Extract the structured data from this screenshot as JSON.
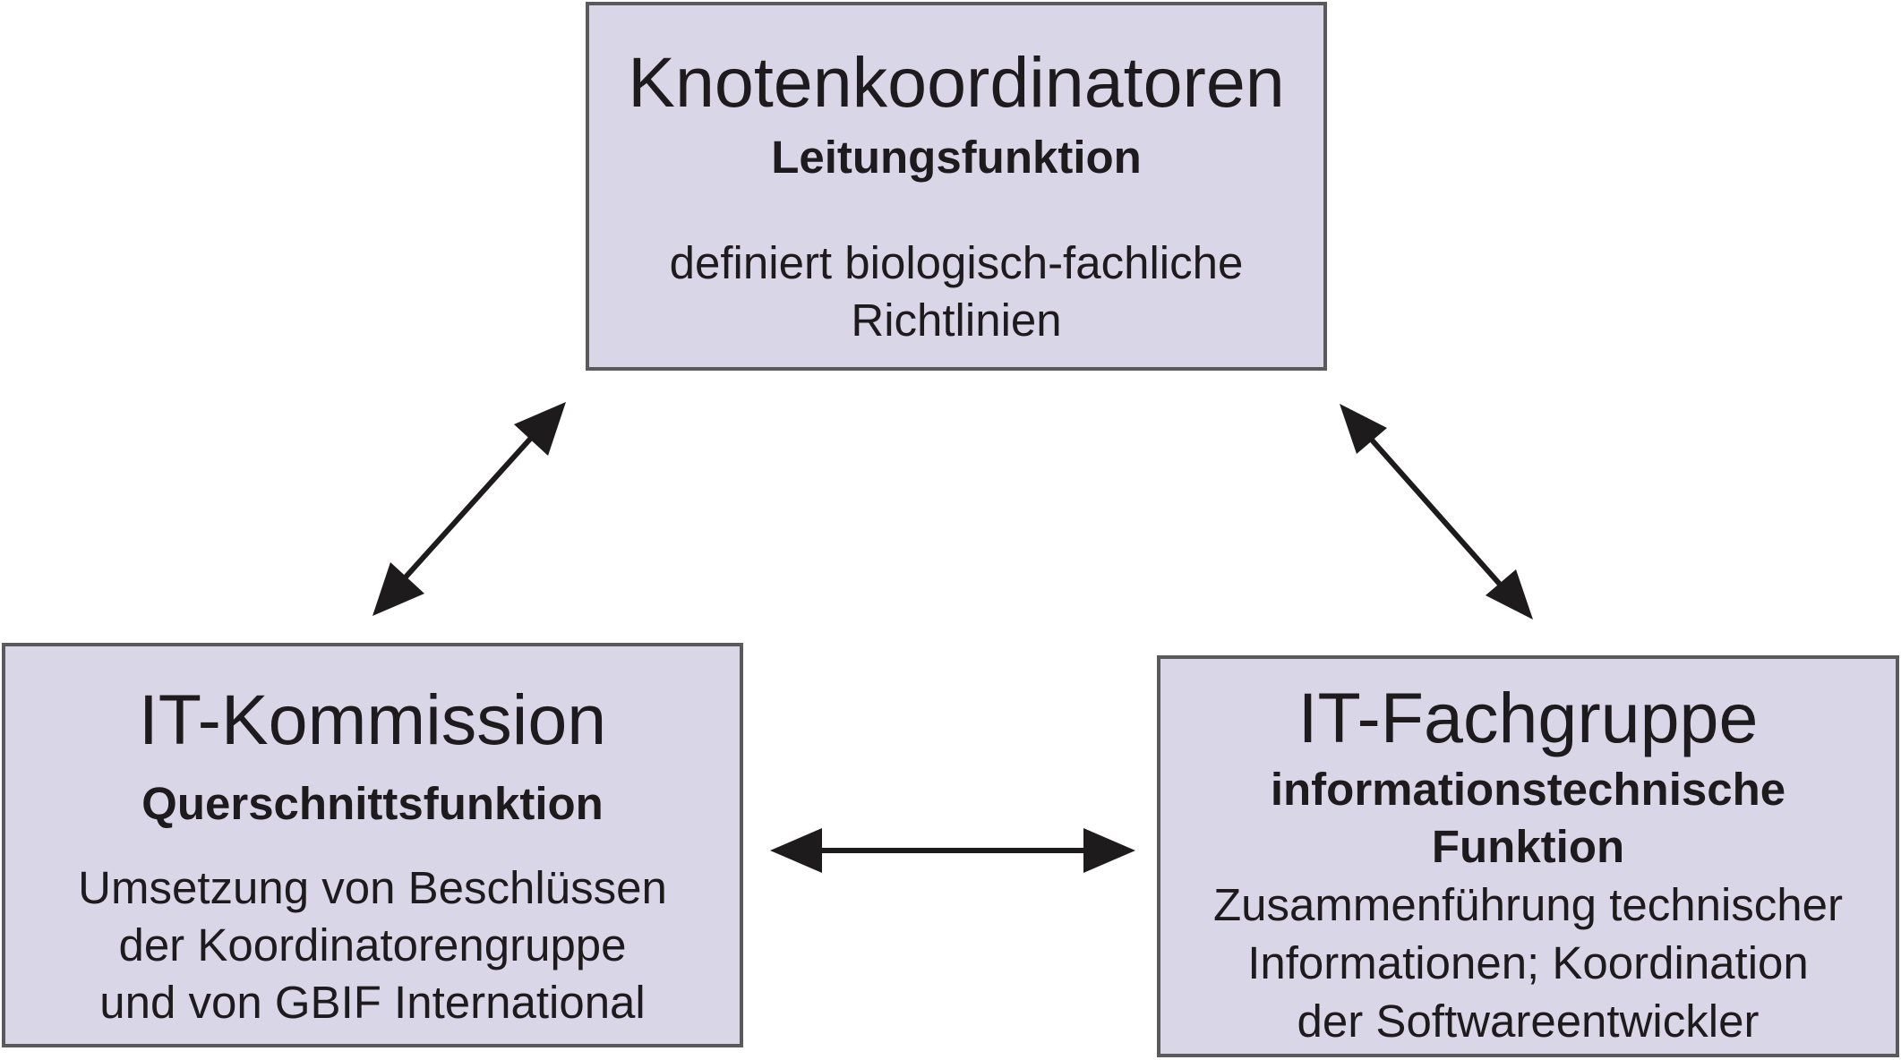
{
  "nodes": {
    "top": {
      "title": "Knotenkoordinatoren",
      "role": "Leitungsfunktion",
      "description": [
        "definiert biologisch-fachliche",
        "Richtlinien"
      ]
    },
    "left": {
      "title": "IT-Kommission",
      "role": "Querschnittsfunktion",
      "description": [
        "Umsetzung von Beschlüssen",
        "der Koordinatorengruppe",
        "und von GBIF International"
      ]
    },
    "right": {
      "title": "IT-Fachgruppe",
      "role": [
        "informationstechnische",
        "Funktion"
      ],
      "description": [
        "Zusammenführung technischer",
        "Informationen; Koordination",
        "der Softwareentwickler"
      ]
    }
  },
  "edges": [
    {
      "from": "top",
      "to": "left",
      "direction": "bidirectional"
    },
    {
      "from": "top",
      "to": "right",
      "direction": "bidirectional"
    },
    {
      "from": "left",
      "to": "right",
      "direction": "bidirectional"
    }
  ],
  "colors": {
    "box_fill": "#d9d6e8",
    "box_border": "#5a5a5a",
    "arrow": "#1e1b1c",
    "text": "#1e1b1c"
  }
}
